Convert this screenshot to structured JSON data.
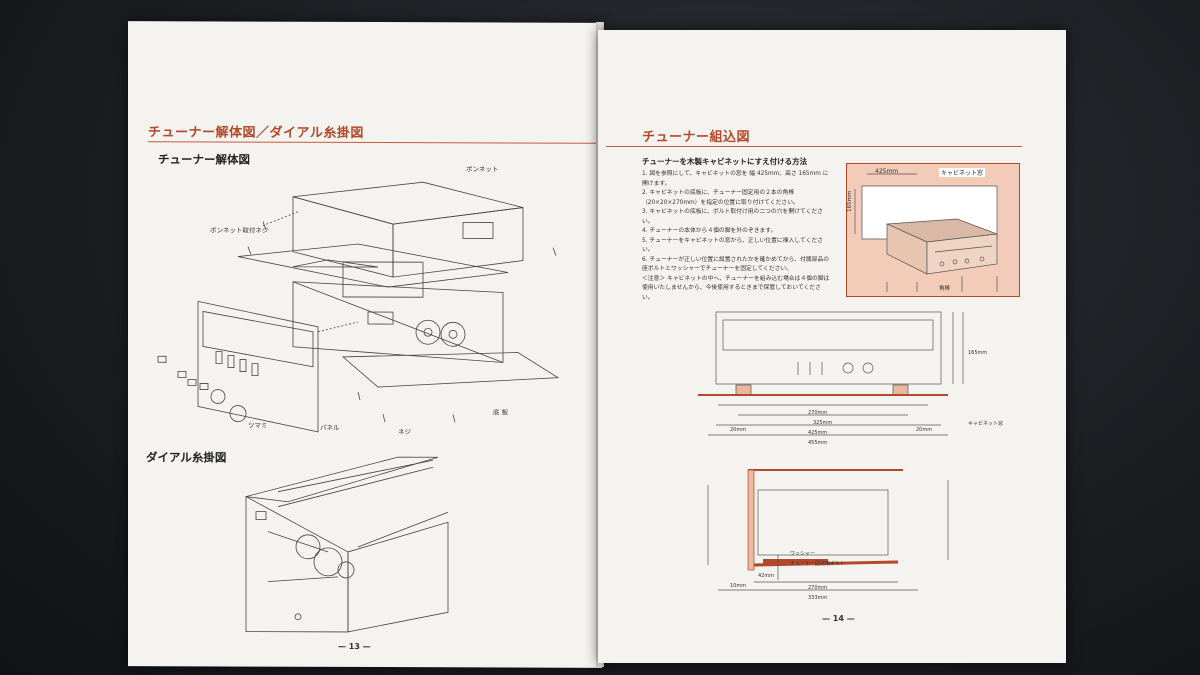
{
  "left_page": {
    "section_title": "チューナー解体図／ダイアル糸掛図",
    "sub_title_1": "チューナー解体図",
    "sub_title_2": "ダイアル糸掛図",
    "labels": {
      "bonnet": "ボンネット",
      "bonnet_screw": "ボンネット取付ネジ",
      "panel": "パネル",
      "knob": "ツマミ",
      "screw": "ネジ",
      "chassis": "底 板"
    },
    "page_number": "— 13 —"
  },
  "right_page": {
    "section_title": "チューナー組込図",
    "instruction_title": "チューナーを木製キャビネットにすえ付ける方法",
    "instructions": [
      "1. 図を参照にして、キャビネットの窓を 幅 425mm、高さ 165mm に開けます。",
      "2. キャビネットの底板に、チューナー固定用の２本の角棒（20×20×270mm）を指定の位置に取り付けてください。",
      "3. キャビネットの底板に、ボルト取付け用の二つの穴を開けてください。",
      "4. チューナーの本体から４個の脚を外のぞきます。",
      "5. チューナーをキャビネットの窓から、正しい位置に挿入してください。",
      "6. チューナーが正しい位置に設置されたかを確かめてから、付属部品の座ボルトとワッシャーでチューナーを固定してください。",
      "＜注意＞ キャビネットの中へ、チューナーを組み込む場合は４個の脚は使用いたしませんから、今後使用するときまで保管しておいてください。"
    ],
    "photo_labels": {
      "width": "425mm",
      "height": "165mm",
      "cabinet": "キャビネット窓",
      "bar": "角棒"
    },
    "dimensions": {
      "d1": "20mm",
      "d2": "270mm",
      "d3": "325mm",
      "d4": "425mm",
      "d5": "455mm",
      "d6": "20mm",
      "d7": "165mm",
      "d8": "10mm",
      "d9": "42mm",
      "d10": "270mm",
      "d11": "333mm",
      "d12": "キャビネット窓",
      "d13": "ワッシャー",
      "d14": "チューナー固定用ボルト"
    },
    "page_number": "— 14 —"
  },
  "colors": {
    "accent": "#b5482b",
    "paper": "#f4f3ef",
    "photo_bg": "#f2cbb9"
  }
}
